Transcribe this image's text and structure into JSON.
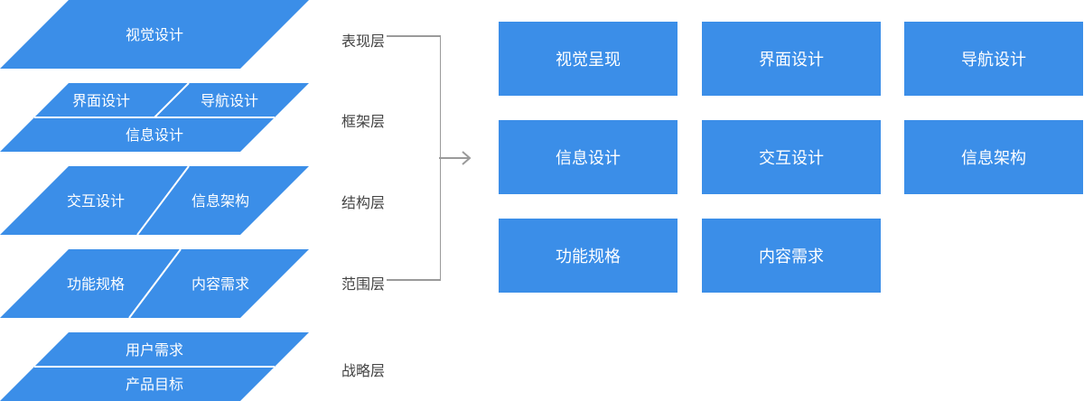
{
  "colors": {
    "accent": "#3b8ee8",
    "divider": "#ffffff",
    "connector": "#9a9a9a",
    "label_text": "#444444"
  },
  "left_stack": {
    "visual": "视觉设计",
    "interface_design": "界面设计",
    "navigation_design": "导航设计",
    "information_design": "信息设计",
    "interaction_design": "交互设计",
    "information_architecture": "信息架构",
    "functional_spec": "功能规格",
    "content_requirements": "内容需求",
    "user_needs": "用户需求",
    "product_goals": "产品目标"
  },
  "layers": {
    "surface": "表现层",
    "skeleton": "框架层",
    "structure": "结构层",
    "scope": "范围层",
    "strategy": "战略层"
  },
  "grid": {
    "visual_presentation": "视觉呈现",
    "interface_design": "界面设计",
    "navigation_design": "导航设计",
    "information_design": "信息设计",
    "interaction_design": "交互设计",
    "information_architecture": "信息架构",
    "functional_spec": "功能规格",
    "content_requirements": "内容需求"
  }
}
